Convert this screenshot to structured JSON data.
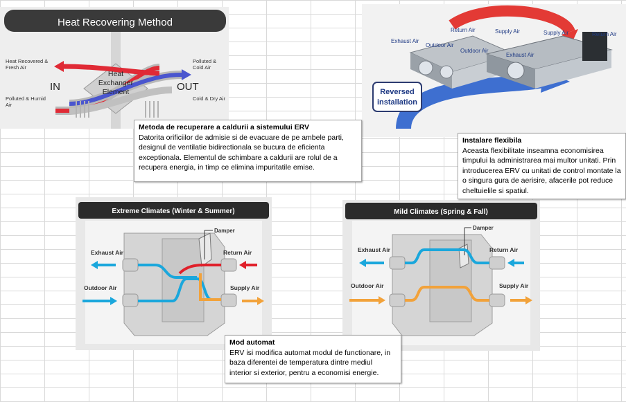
{
  "heat_panel": {
    "title": "Heat Recovering Method",
    "left_top": "Heat Recovered & Fresh Air",
    "left_bottom": "Polluted & Humid Air",
    "in_label": "IN",
    "out_label": "OUT",
    "right_top": "Polluted & Cold Air",
    "right_bottom": "Cold & Dry Air",
    "core_line1": "Heat",
    "core_line2": "Exchanger",
    "core_line3": "Element"
  },
  "install_panel": {
    "return_air_1": "Return Air",
    "supply_air_1": "Supply Air",
    "supply_air_2": "Supply Air",
    "return_air_2": "Return Air",
    "exhaust_air_1": "Exhaust Air",
    "outdoor_air_1": "Outdoor Air",
    "outdoor_air_2": "Outdoor Air",
    "exhaust_air_2": "Exhaust Air",
    "badge_line1": "Reversed",
    "badge_line2": "installation"
  },
  "extreme_panel": {
    "title": "Extreme Climates (Winter & Summer)",
    "damper": "Damper",
    "exhaust": "Exhaust Air",
    "return": "Return Air",
    "outdoor": "Outdoor Air",
    "supply": "Supply Air"
  },
  "mild_panel": {
    "title": "Mild Climates (Spring & Fall)",
    "damper": "Damper",
    "exhaust": "Exhaust Air",
    "return": "Return Air",
    "outdoor": "Outdoor Air",
    "supply": "Supply Air"
  },
  "callouts": {
    "recovery": {
      "title": "Metoda de recuperare a caldurii a sistemului ERV",
      "body": "Datorita orificiilor de admisie si de evacuare de pe ambele parti, designul de ventilatie bidirectionala se bucura de eficienta exceptionala. Elementul de schimbare a caldurii are rolul de a recupera energia, in timp ce elimina impuritatile emise."
    },
    "install": {
      "title": "Instalare flexibila",
      "body": "Aceasta flexibilitate inseamna economisirea timpului la administrarea mai multor unitati. Prin introducerea ERV cu unitati de control montate la o singura gura de aerisire, afacerile pot reduce cheltuielile si spatiul."
    },
    "auto": {
      "title": "Mod automat",
      "body": "ERV isi modifica automat modul de functionare, in baza diferentei de temperatura dintre mediul interior si exterior, pentru a economisi energie."
    }
  },
  "colors": {
    "hot": "#e0202a",
    "cold": "#3a4fd0",
    "cyan": "#1aa7dc",
    "orange": "#f2a23a",
    "dark_header": "#2b2b2b"
  }
}
